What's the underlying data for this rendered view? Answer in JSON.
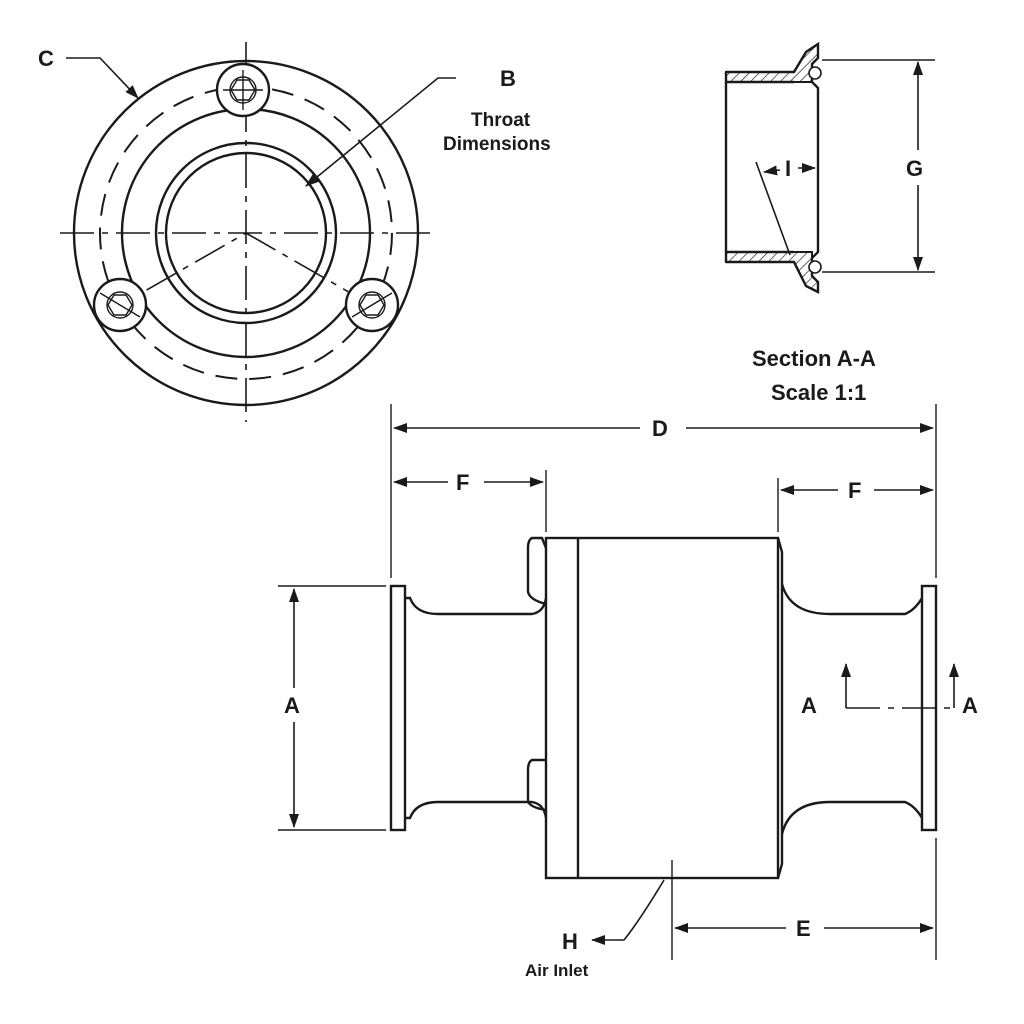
{
  "labels": {
    "A": "A",
    "B": "B",
    "C": "C",
    "D": "D",
    "E": "E",
    "F": "F",
    "G": "G",
    "H": "H",
    "I": "I",
    "throat_line1": "Throat",
    "throat_line2": "Dimensions",
    "section_line1": "Section A-A",
    "section_line2": "Scale 1:1",
    "air_inlet": "Air Inlet"
  }
}
